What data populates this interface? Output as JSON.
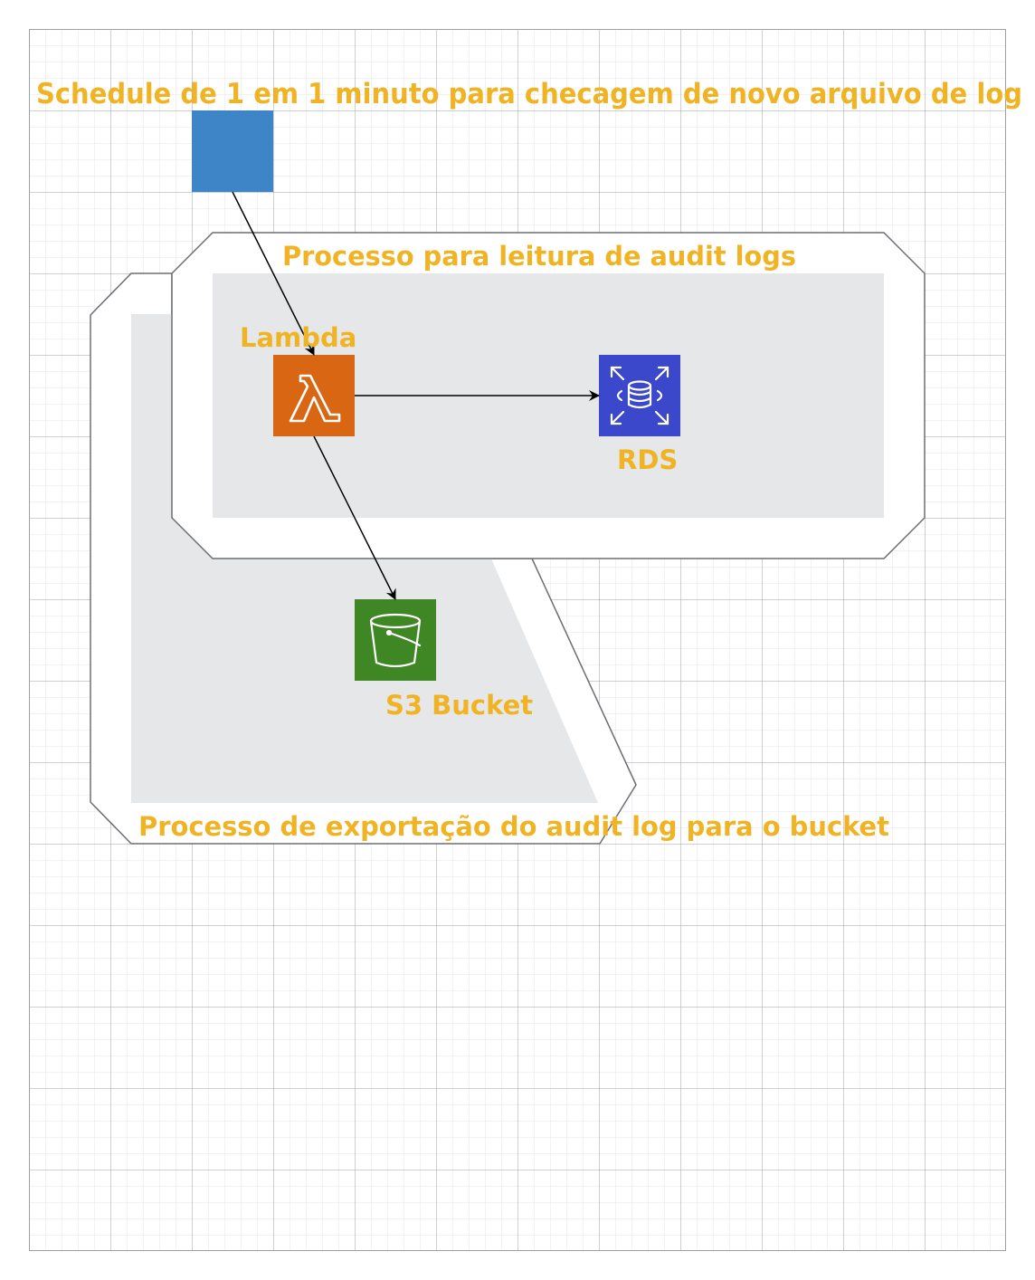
{
  "labels": {
    "schedule": "Schedule de 1 em 1 minuto para checagem de novo arquivo de log",
    "read_group": "Processo para leitura de audit logs",
    "export_group": "Processo de exportação do audit log para o bucket",
    "lambda": "Lambda",
    "rds": "RDS",
    "s3": "S3 Bucket"
  },
  "nodes": {
    "schedule": {
      "icon": "schedule-block",
      "color": "#3D85C6"
    },
    "lambda": {
      "icon": "lambda-icon",
      "color": "#D86613"
    },
    "rds": {
      "icon": "rds-icon",
      "color": "#3B48CC"
    },
    "s3": {
      "icon": "s3-bucket-icon",
      "color": "#3F8624"
    }
  },
  "edges": [
    {
      "from": "schedule",
      "to": "lambda"
    },
    {
      "from": "lambda",
      "to": "rds"
    },
    {
      "from": "lambda",
      "to": "s3"
    }
  ],
  "colors": {
    "label": "#F0B323",
    "group_fill": "#E6E7E8",
    "group_border": "#6B6E72",
    "grid_major": "#9DA0A4",
    "grid_minor": "#E4E6E8"
  }
}
